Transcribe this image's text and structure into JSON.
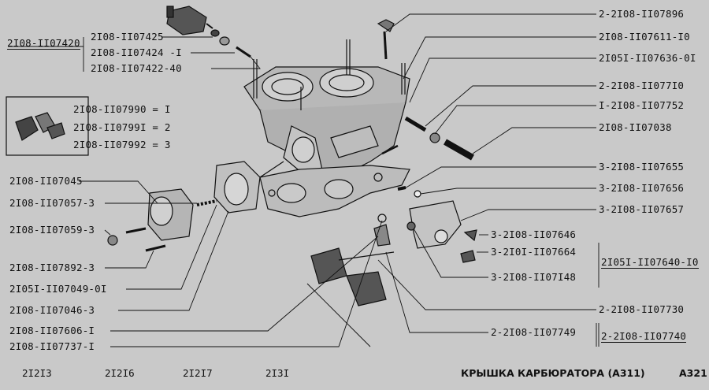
{
  "labels": {
    "group_main": "2I08-II07420",
    "a1": "2I08-II07425",
    "a2": "2I08-II07424 -I",
    "a3": "2I08-II07422-40",
    "b1": "2I08-II07990 = I",
    "b2": "2I08-II0799I = 2",
    "b3": "2I08-II07992 = 3",
    "c1": "2I08-II07045",
    "c2": "2I08-II07057-3",
    "c3": "2I08-II07059-3",
    "c4": "2I08-II07892-3",
    "c5": "2I05I-II07049-0I",
    "c6": "2I08-II07046-3",
    "c7": "2I08-II07606-I",
    "c8": "2I08-II07737-I",
    "r1": "2-2I08-II07896",
    "r2": "2I08-II07611-I0",
    "r3": "2I05I-II07636-0I",
    "r4": "2-2I08-II077I0",
    "r5": "I-2I08-II07752",
    "r6": "2I08-II07038",
    "r7": "3-2I08-II07655",
    "r8": "3-2I08-II07656",
    "r9": "3-2I08-II07657",
    "r10": "3-2I08-II07646",
    "r11": "3-2I0I-II07664",
    "r12": "3-2I08-II07I48",
    "r13": "2-2I08-II07730",
    "r14": "2-2I08-II07749",
    "group_right": "2I05I-II07640-I0",
    "group_bottom": "2-2I08-II07740"
  },
  "footer": {
    "models": [
      "2I2I3",
      "2I2I6",
      "2I2I7",
      "2I3I"
    ],
    "title": "КРЫШКА КАРБЮРАТОРА (А311)",
    "code": "А321"
  }
}
